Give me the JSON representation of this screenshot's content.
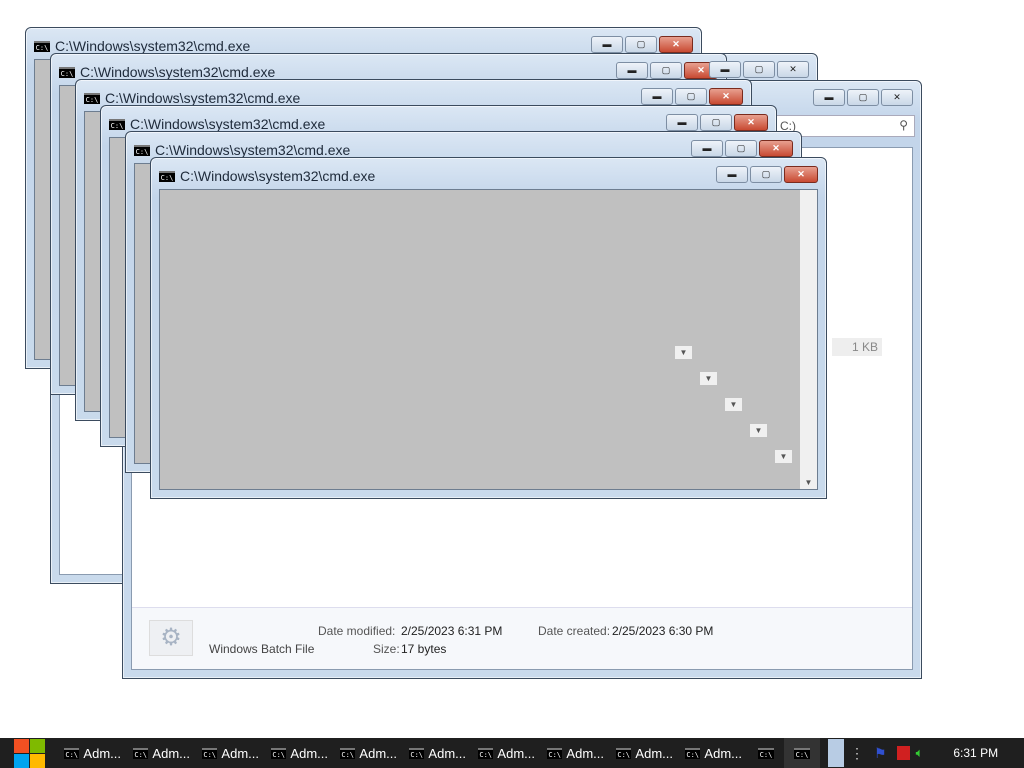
{
  "cmd_title": "C:\\Windows\\system32\\cmd.exe",
  "window_buttons": {
    "minimize": "▬",
    "maximize": "▢",
    "close": "✕"
  },
  "explorer": {
    "search_text": "C:)",
    "list_size": "1 KB",
    "details": {
      "file_type": "Windows Batch File",
      "date_modified_label": "Date modified:",
      "date_modified": "2/25/2023 6:31 PM",
      "date_created_label": "Date created:",
      "date_created": "2/25/2023 6:30 PM",
      "size_label": "Size:",
      "size": "17 bytes"
    }
  },
  "taskbar": {
    "items": [
      "Adm...",
      "Adm...",
      "Adm...",
      "Adm...",
      "Adm...",
      "Adm...",
      "Adm...",
      "Adm...",
      "Adm...",
      "Adm..."
    ],
    "clock": "6:31 PM"
  },
  "colors": {
    "taskbar": "#1f1f1f",
    "frame": "#c3d5ea",
    "console": "#c0c0c0",
    "close": "#c84a32"
  }
}
